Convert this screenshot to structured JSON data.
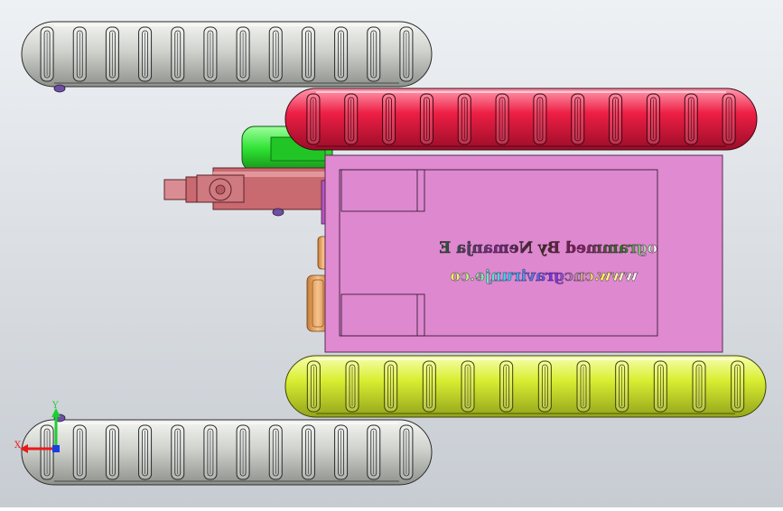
{
  "viewport": {
    "background_top": "#eef1f4",
    "background_bottom": "#c7ccd2"
  },
  "model": {
    "plate_text_line1": "ogrammed By Nemanja E",
    "plate_text_line2": "www.cncgravirunje.co",
    "colors": {
      "chassis": "#e08ad1",
      "plate": "#e08ad1",
      "track_gray": "#cfd2cd",
      "track_red": "#ee1f45",
      "track_yellow": "#d9ee32",
      "motor_green": "#2ee232",
      "arm": "#c86a70",
      "bearing": "#f2ad64"
    },
    "track_pads_per_track": 12
  },
  "triad": {
    "x_label": "X",
    "y_label": "Y",
    "x_color": "#e81b1b",
    "y_color": "#1bcf32",
    "z_color": "#1b3ee0"
  }
}
